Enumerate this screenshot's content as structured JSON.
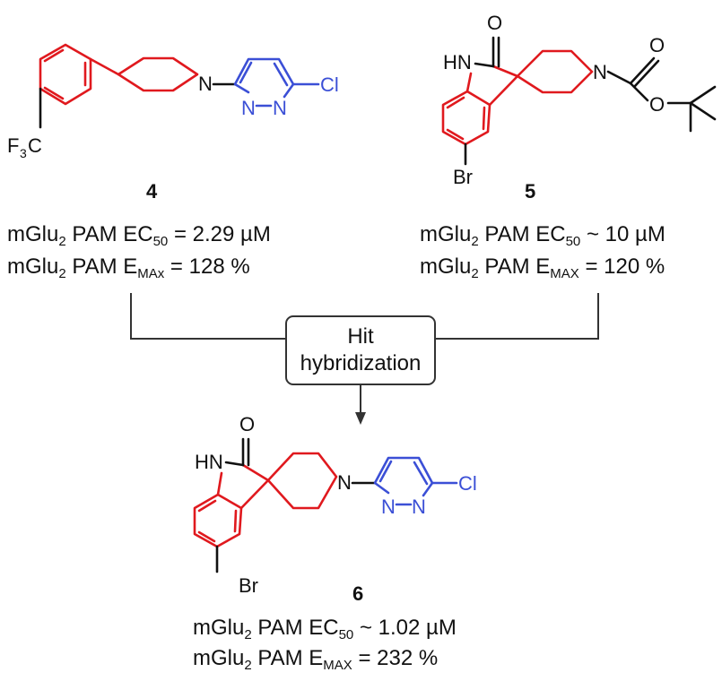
{
  "colors": {
    "red_fragment": "#e0191e",
    "blue_fragment": "#3b4fd6",
    "bond": "#111111"
  },
  "compound4": {
    "id": "4",
    "atoms": {
      "cf3_f": "F",
      "cf3_sub": "3",
      "cf3_c": "C",
      "n": "N",
      "n2": "N",
      "n3": "N",
      "cl": "Cl"
    },
    "ec50": {
      "prefix": "mGlu",
      "sub": "2",
      "mid": " PAM EC",
      "sub2": "50",
      "value": " = 2.29 µM"
    },
    "emax": {
      "prefix": "mGlu",
      "sub": "2",
      "mid": " PAM E",
      "sub2": "MAx",
      "value": " = 128 %"
    }
  },
  "compound5": {
    "id": "5",
    "atoms": {
      "o1": "O",
      "nh": "HN",
      "n": "N",
      "o2": "O",
      "o3": "O",
      "br": "Br"
    },
    "ec50": {
      "prefix": "mGlu",
      "sub": "2",
      "mid": " PAM EC",
      "sub2": "50",
      "value": " ~ 10 µM"
    },
    "emax": {
      "prefix": "mGlu",
      "sub": "2",
      "mid": " PAM E",
      "sub2": "MAX",
      "value": " = 120 %"
    }
  },
  "process": {
    "line1": "Hit",
    "line2": "hybridization"
  },
  "compound6": {
    "id": "6",
    "atoms": {
      "o1": "O",
      "nh": "HN",
      "n": "N",
      "n2": "N",
      "n3": "N",
      "cl": "Cl",
      "br": "Br"
    },
    "ec50": {
      "prefix": "mGlu",
      "sub": "2",
      "mid": " PAM EC",
      "sub2": "50",
      "value": " ~ 1.02 µM"
    },
    "emax": {
      "prefix": "mGlu",
      "sub": "2",
      "mid": " PAM E",
      "sub2": "MAX",
      "value": " = 232 %"
    }
  }
}
